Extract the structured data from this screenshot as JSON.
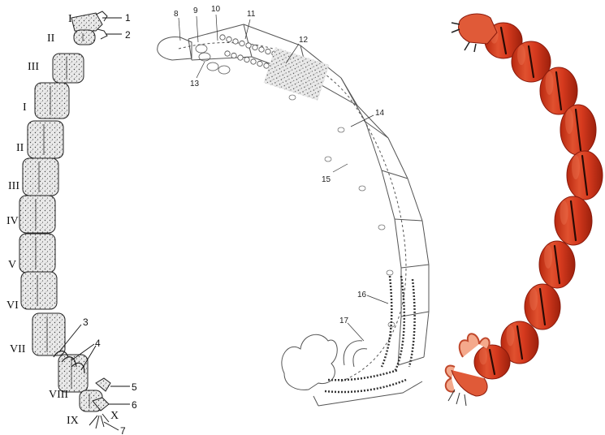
{
  "panel_left": {
    "segment_labels": [
      "I",
      "II",
      "III",
      "I",
      "II",
      "III",
      "IV",
      "V",
      "VI",
      "VII",
      "VIII",
      "IX",
      "X"
    ],
    "callouts": [
      "1",
      "2",
      "3",
      "4",
      "5",
      "6",
      "7"
    ]
  },
  "panel_middle": {
    "callouts": [
      "8",
      "9",
      "10",
      "11",
      "12",
      "13",
      "14",
      "15",
      "16",
      "17"
    ]
  },
  "colors": {
    "larva_red": "#d63a1e",
    "larva_dark": "#8a1a0c",
    "larva_highlight": "#f07a5a",
    "line_art": "#555555"
  }
}
